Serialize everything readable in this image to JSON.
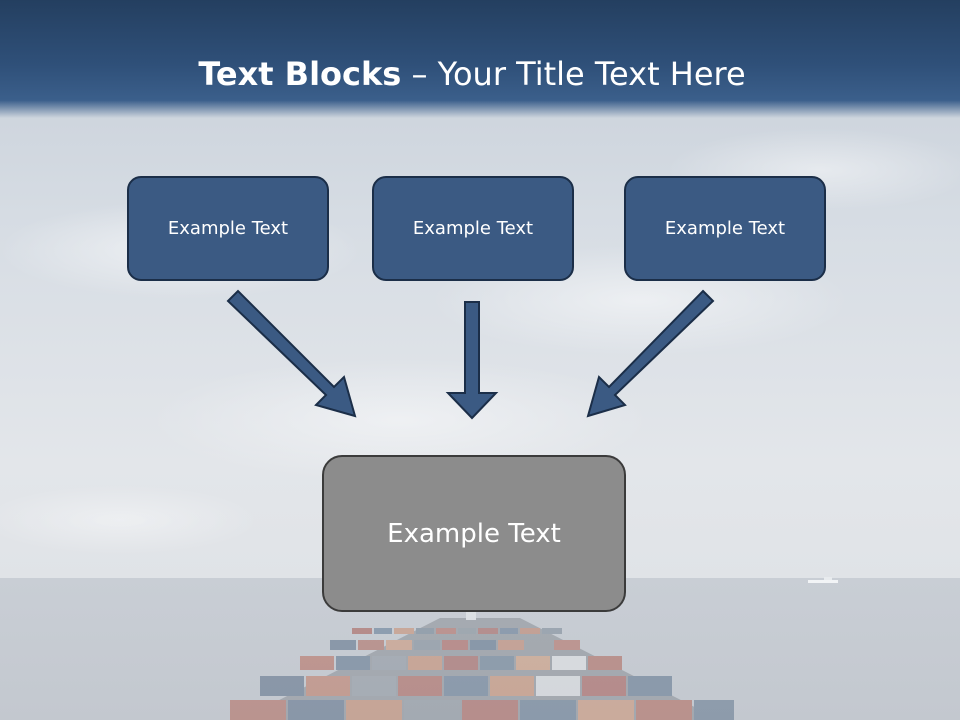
{
  "slide": {
    "title_bold": "Text Blocks",
    "title_dash": " – ",
    "title_rest": "Your Title Text Here"
  },
  "blocks": {
    "top": [
      {
        "text": "Example Text"
      },
      {
        "text": "Example Text"
      },
      {
        "text": "Example Text"
      }
    ],
    "bottom": {
      "text": "Example Text"
    }
  },
  "colors": {
    "title_band": "#2f5079",
    "top_box_fill": "#3b5a83",
    "top_box_border": "#1b2e48",
    "bottom_box_fill": "#8c8c8c",
    "arrow_fill": "#3b5a83"
  },
  "icons": {
    "arrow_left": "diagonal-down-right-arrow-icon",
    "arrow_center": "down-arrow-icon",
    "arrow_right": "diagonal-down-left-arrow-icon"
  }
}
